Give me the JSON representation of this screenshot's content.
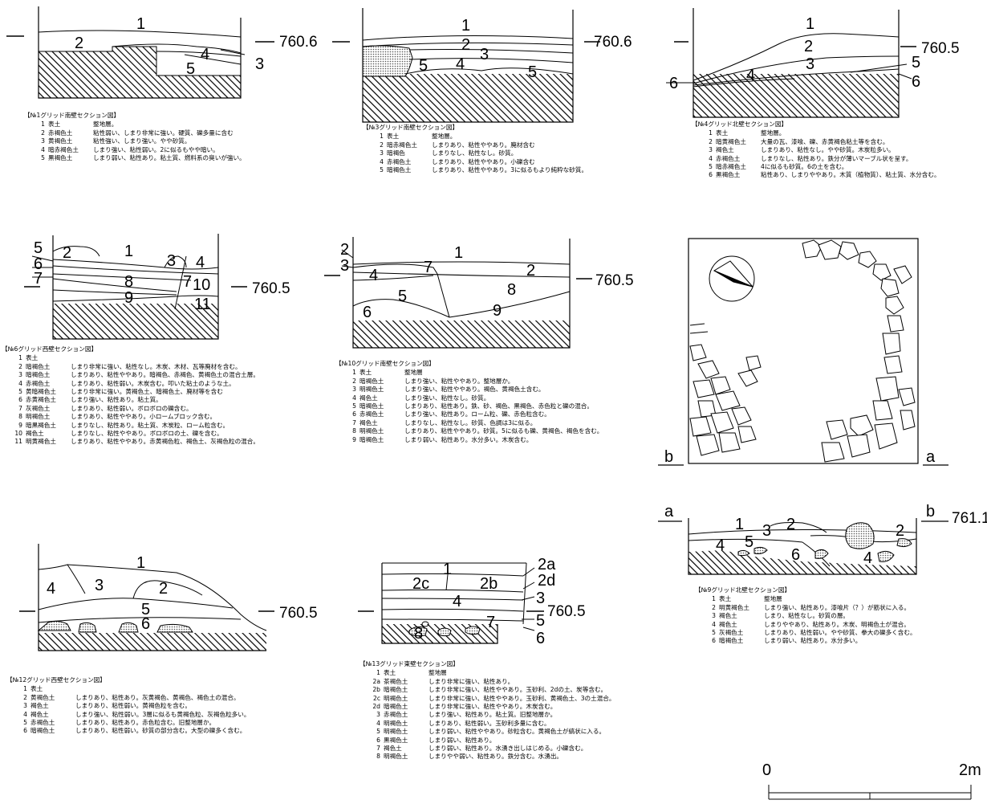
{
  "sections": [
    {
      "title": "【№1グリッド南壁セクション図】",
      "elevation": "760.6",
      "numbers": [
        "1",
        "2",
        "3",
        "4",
        "5"
      ],
      "layers": [
        {
          "n": "1",
          "name": "表土",
          "desc": "整地層。"
        },
        {
          "n": "2",
          "name": "赤褐色土",
          "desc": "粘性弱い、しまり非常に強い。硬質、礫多量に含む"
        },
        {
          "n": "3",
          "name": "黄褐色土",
          "desc": "粘性強い、しまり強い。やや砂質。"
        },
        {
          "n": "4",
          "name": "暗赤褐色土",
          "desc": "しまり強い、粘性弱い。2に似るもやや暗い。"
        },
        {
          "n": "5",
          "name": "黒褐色土",
          "desc": "しまり弱い、粘性あり。粘土質、燃料系の臭いが強い。"
        }
      ]
    },
    {
      "title": "【№3グリッド南壁セクション図】",
      "elevation": "760.6",
      "numbers": [
        "1",
        "2",
        "3",
        "4",
        "5",
        "5"
      ],
      "layers": [
        {
          "n": "1",
          "name": "表土",
          "desc": "整地層。"
        },
        {
          "n": "2",
          "name": "暗赤褐色土",
          "desc": "しまりあり、粘性ややあり。廃材含む"
        },
        {
          "n": "3",
          "name": "暗褐色",
          "desc": "しまりなし、粘性なし。砂質。"
        },
        {
          "n": "4",
          "name": "赤褐色土",
          "desc": "しまりあり、粘性ややあり。小礫含む"
        },
        {
          "n": "5",
          "name": "暗褐色土",
          "desc": "しまりあり、粘性ややあり。3に似るもより純粋な砂質。"
        }
      ]
    },
    {
      "title": "【№4グリッド北壁セクション図】",
      "elevation": "760.5",
      "numbers": [
        "1",
        "2",
        "3",
        "4",
        "5",
        "6",
        "6"
      ],
      "layers": [
        {
          "n": "1",
          "name": "表土",
          "desc": "整地層。"
        },
        {
          "n": "2",
          "name": "暗黄褐色土",
          "desc": "大量の瓦、漆喰、礫、赤黄褐色粘土等を含む。"
        },
        {
          "n": "3",
          "name": "褐色土",
          "desc": "しまりあり、粘性なし。やや砂質。木炭粒多い。"
        },
        {
          "n": "4",
          "name": "赤褐色土",
          "desc": "しまりなし、粘性あり。鉄分が薄いマーブル状を呈す。"
        },
        {
          "n": "5",
          "name": "暗赤褐色土",
          "desc": "4に似るも砂質。6の土を含む。"
        },
        {
          "n": "6",
          "name": "黒褐色土",
          "desc": "粘性あり、しまりややあり。木質（植物質）、粘土質、水分含む。"
        }
      ]
    },
    {
      "title": "【№6グリッド西壁セクション図】",
      "elevation": "760.5",
      "numbers": [
        "1",
        "2",
        "3",
        "4",
        "5",
        "6",
        "7",
        "7",
        "8",
        "9",
        "10",
        "11"
      ],
      "layers": [
        {
          "n": "1",
          "name": "表土",
          "desc": ""
        },
        {
          "n": "2",
          "name": "暗褐色土",
          "desc": "しまり非常に強い、粘性なし。木炭、木材、瓦等廃材を含む。"
        },
        {
          "n": "3",
          "name": "暗褐色土",
          "desc": "しまりあり、粘性ややあり。暗褐色、赤褐色、黄褐色土の混合土層。"
        },
        {
          "n": "4",
          "name": "赤褐色土",
          "desc": "しまりあり、粘性弱い。木炭含む。叩いた粘土のような土。"
        },
        {
          "n": "5",
          "name": "黄暗褐色土",
          "desc": "しまり非常に強い。黄褐色土、暗褐色土、廃材等を含む"
        },
        {
          "n": "6",
          "name": "赤黄褐色土",
          "desc": "しまり強い、粘性あり。粘土質。"
        },
        {
          "n": "7",
          "name": "灰褐色土",
          "desc": "しまりあり、粘性弱い。ボロボロの礫含む。"
        },
        {
          "n": "8",
          "name": "明褐色土",
          "desc": "しまりあり、粘性ややあり。小ロームブロック含む。"
        },
        {
          "n": "9",
          "name": "暗黒褐色土",
          "desc": "しまりなし、粘性あり。粘土質、木炭粒、ローム粒含む。"
        },
        {
          "n": "10",
          "name": "褐色土",
          "desc": "しまりなし、粘性ややあり。ボロボロの土、礫を含む。"
        },
        {
          "n": "11",
          "name": "明黄褐色土",
          "desc": "しまりあり、粘性ややあり。赤黄褐色粒、褐色土、灰褐色粒の混合。"
        }
      ]
    },
    {
      "title": "【№10グリッド南壁セクション図】",
      "elevation": "760.5",
      "numbers": [
        "1",
        "2",
        "2",
        "3",
        "4",
        "5",
        "6",
        "7",
        "8",
        "9"
      ],
      "layers": [
        {
          "n": "1",
          "name": "表土",
          "desc": "整地層"
        },
        {
          "n": "2",
          "name": "暗褐色土",
          "desc": "しまり強い、粘性ややあり。整地層か。"
        },
        {
          "n": "3",
          "name": "明褐色土",
          "desc": "しまり強い、粘性ややあり。褐色、黄褐色土含む。"
        },
        {
          "n": "4",
          "name": "褐色土",
          "desc": "しまり強い、粘性なし。砂質。"
        },
        {
          "n": "5",
          "name": "暗褐色土",
          "desc": "しまりあり、粘性あり。鉄、砂、褐色、黒褐色、赤色粒と礫の混合。"
        },
        {
          "n": "6",
          "name": "赤褐色土",
          "desc": "しまり強い、粘性あり。ローム粒、礫、赤色粒含む。"
        },
        {
          "n": "7",
          "name": "褐色土",
          "desc": "しまりなし、粘性なし。砂質、色調は3に似る。"
        },
        {
          "n": "8",
          "name": "明褐色土",
          "desc": "しまりあり、粘性ややあり。砂質。5に似るも礫、黄褐色、褐色を含む。"
        },
        {
          "n": "9",
          "name": "暗褐色土",
          "desc": "しまり弱い、粘性あり。水分多い。木炭含む。"
        }
      ]
    },
    {
      "title": "【№12グリッド西壁セクション図】",
      "elevation": "760.5",
      "numbers": [
        "1",
        "2",
        "3",
        "4",
        "5",
        "6"
      ],
      "layers": [
        {
          "n": "1",
          "name": "表土",
          "desc": ""
        },
        {
          "n": "2",
          "name": "黄褐色土",
          "desc": "しまりあり、粘性あり。灰黄褐色、黄褐色、褐色土の混合。"
        },
        {
          "n": "3",
          "name": "褐色土",
          "desc": "しまりあり、粘性弱い。黄褐色粒を含む。"
        },
        {
          "n": "4",
          "name": "褐色土",
          "desc": "しまり強い、粘性弱い。3層に似るも黄褐色粒、灰褐色粒多い。"
        },
        {
          "n": "5",
          "name": "赤褐色土",
          "desc": "しまりあり、粘性あり。赤色粒含む。旧整地層か。"
        },
        {
          "n": "6",
          "name": "暗褐色土",
          "desc": "しまりあり、粘性弱い。砂質の部分含む。大型の礫多く含む。"
        }
      ]
    },
    {
      "title": "【№13グリッド東壁セクション図】",
      "elevation": "760.5",
      "numbers": [
        "1",
        "2a",
        "2b",
        "2c",
        "2d",
        "3",
        "4",
        "5",
        "6",
        "7",
        "8"
      ],
      "layers": [
        {
          "n": "1",
          "name": "表土",
          "desc": "整地層"
        },
        {
          "n": "2a",
          "name": "茶褐色土",
          "desc": "しまり非常に強い、粘性あり。"
        },
        {
          "n": "2b",
          "name": "暗褐色土",
          "desc": "しまり非常に強い、粘性ややあり。玉砂利、2dの土、炭等含む。"
        },
        {
          "n": "2c",
          "name": "明褐色土",
          "desc": "しまり非常に強い、粘性ややあり。玉砂利、黄褐色土、3の土混合。"
        },
        {
          "n": "2d",
          "name": "暗褐色土",
          "desc": "しまり非常に強い、粘性ややあり。木炭含む。"
        },
        {
          "n": "3",
          "name": "赤褐色土",
          "desc": "しまり強い、粘性あり。粘土質。旧整地層か。"
        },
        {
          "n": "4",
          "name": "明褐色土",
          "desc": "しまりあり、粘性弱い。玉砂利多量に含む。"
        },
        {
          "n": "5",
          "name": "明褐色土",
          "desc": "しまり弱い、粘性ややあり。砂粒含む。黄褐色土が縞状に入る。"
        },
        {
          "n": "6",
          "name": "黒褐色土",
          "desc": "しまり弱い、粘性あり。"
        },
        {
          "n": "7",
          "name": "褐色土",
          "desc": "しまり弱い、粘性あり。水湧き出しはじめる。小礫含む。"
        },
        {
          "n": "8",
          "name": "明褐色土",
          "desc": "しまりやや弱い、粘性あり。鉄分含む。水湧出。"
        }
      ]
    },
    {
      "title": "【№9グリッド北壁セクション図】",
      "elevation": "761.1",
      "label_a": "a",
      "label_b": "b",
      "numbers": [
        "1",
        "2",
        "2",
        "3",
        "4",
        "4",
        "5",
        "6"
      ],
      "layers": [
        {
          "n": "1",
          "name": "表土",
          "desc": "整地層"
        },
        {
          "n": "2",
          "name": "明黄褐色土",
          "desc": "しまり強い、粘性あり。漆喰片（？）が筋状に入る。"
        },
        {
          "n": "3",
          "name": "褐色土",
          "desc": "しまり、粘性なし。砂質の層。"
        },
        {
          "n": "4",
          "name": "褐色土",
          "desc": "しまりややあり、粘性あり。木炭、明褐色土が混合。"
        },
        {
          "n": "5",
          "name": "灰褐色土",
          "desc": "しまりあり、粘性弱い。やや砂質、拳大の礫多く含む。"
        },
        {
          "n": "6",
          "name": "暗褐色土",
          "desc": "しまり弱い、粘性あり。水分多い。"
        }
      ]
    }
  ],
  "plan": {
    "label_a": "a",
    "label_b": "b"
  },
  "scale": {
    "start": "0",
    "end": "2m"
  }
}
